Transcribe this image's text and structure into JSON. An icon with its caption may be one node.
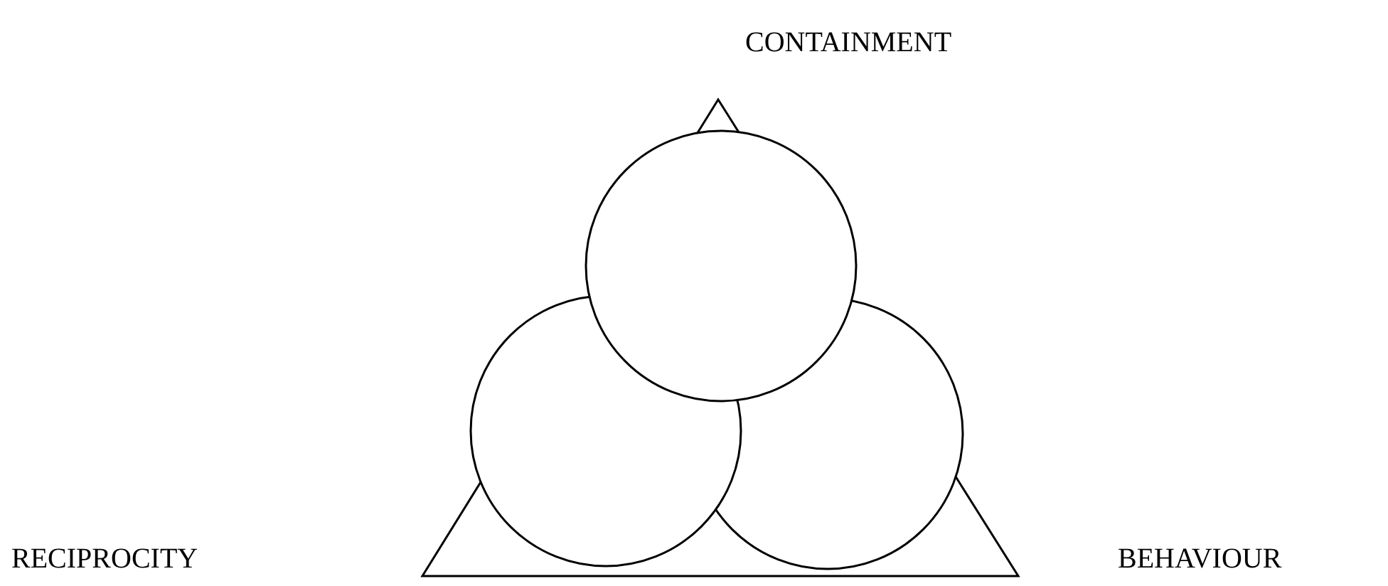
{
  "diagram": {
    "labels": [
      "CONTAINMENT",
      "RECIPROCITY",
      "BEHAVIOUR"
    ]
  }
}
